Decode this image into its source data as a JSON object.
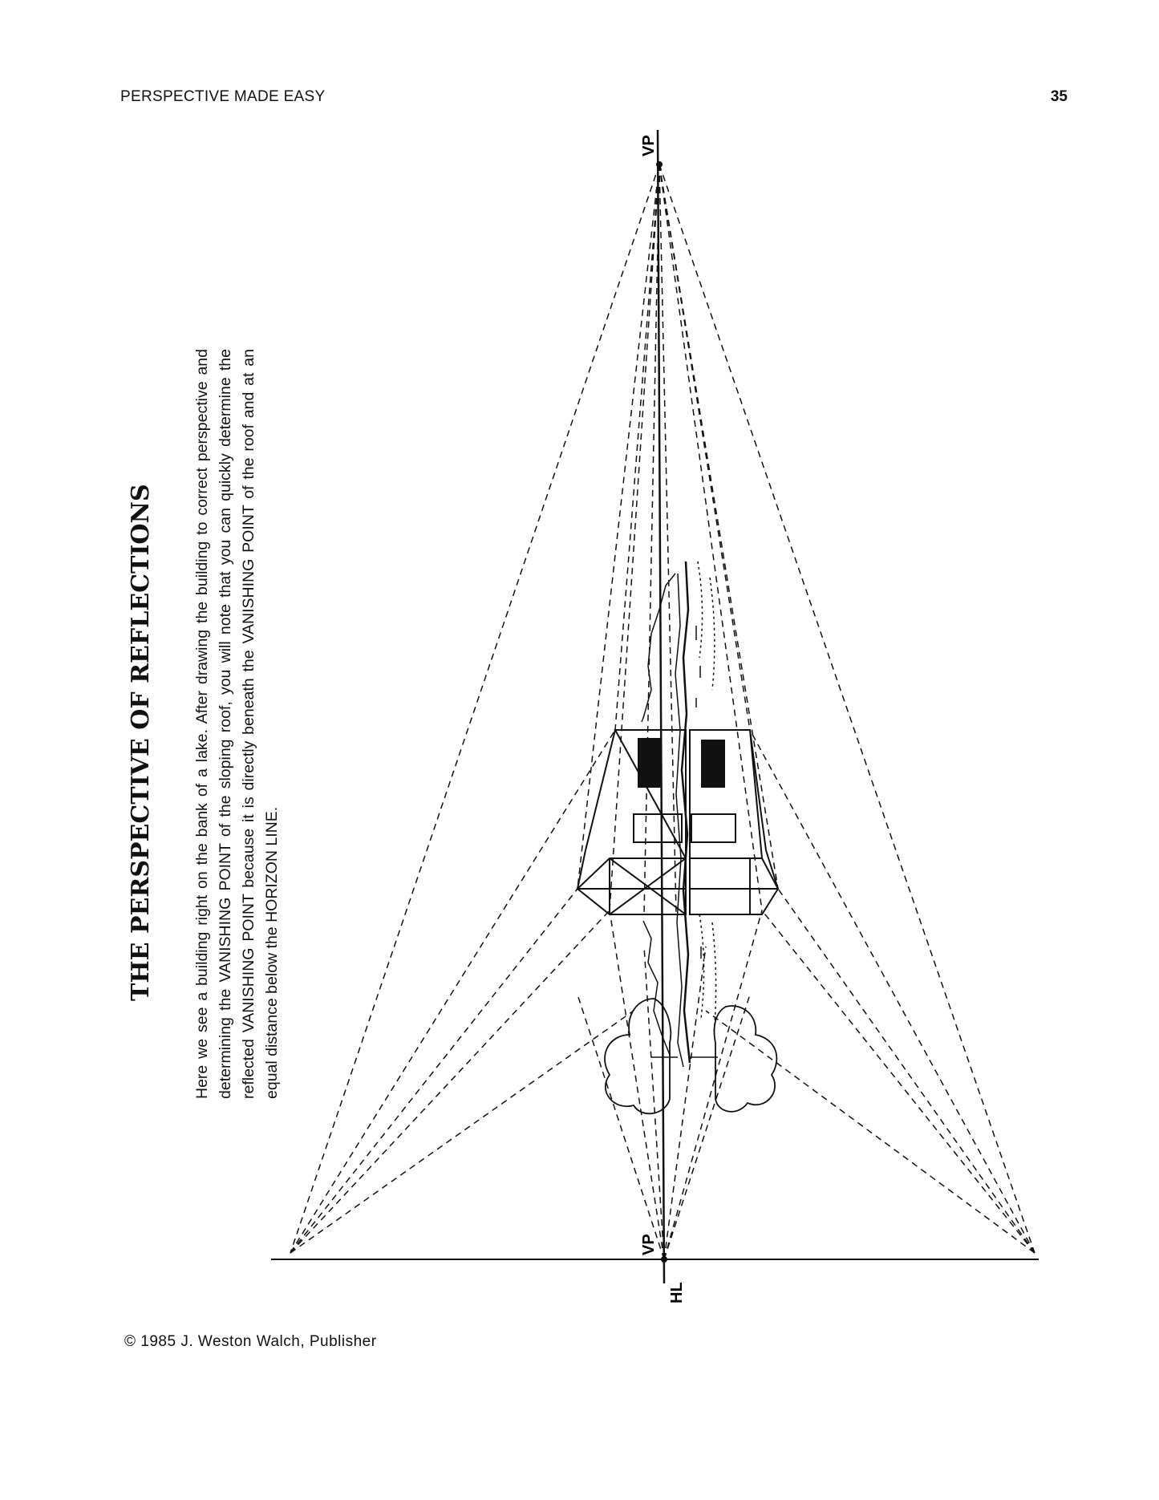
{
  "header": {
    "running_head": "PERSPECTIVE MADE EASY",
    "page_number": "35"
  },
  "article": {
    "title": "THE PERSPECTIVE OF REFLECTIONS",
    "body": "Here we see a building right on the bank of a lake. After drawing the building to correct perspective and determining the VANISHING POINT of the sloping roof, you will note that you can quickly determine the reflected VANISHING POINT because it is directly beneath the VANISHING POINT of the roof and at an equal distance below the HORIZON LINE."
  },
  "diagram": {
    "label_vp_top": "VP",
    "label_vp_bottom": "VP",
    "label_hl": "HL"
  },
  "footer": {
    "copyright": "©  1985   J. Weston Walch, Publisher"
  }
}
